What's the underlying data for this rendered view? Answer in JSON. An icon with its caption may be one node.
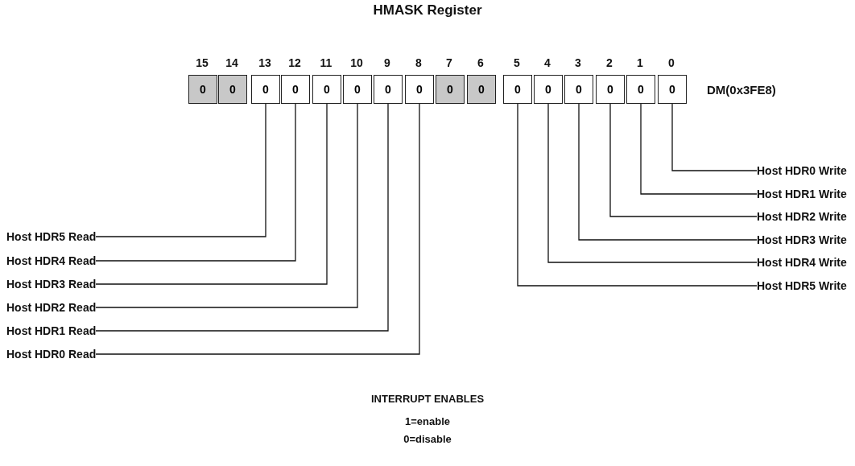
{
  "diagram": {
    "title": "HMASK Register",
    "nodes": [
      {
        "text": [
          "0"
        ],
        "beside": [
          "15"
        ]
      },
      {
        "text": [
          "0"
        ],
        "beside": [
          "14"
        ]
      },
      {
        "text": [
          "0"
        ],
        "beside": [
          "13"
        ]
      },
      {
        "text": [
          "0"
        ],
        "beside": [
          "12"
        ]
      },
      {
        "text": [
          "0"
        ],
        "beside": [
          "11"
        ]
      },
      {
        "text": [
          "0"
        ],
        "beside": [
          "10"
        ]
      },
      {
        "text": [
          "0"
        ],
        "beside": [
          "9"
        ]
      },
      {
        "text": [
          "0"
        ],
        "beside": [
          "8"
        ]
      },
      {
        "text": [
          "0"
        ],
        "beside": [
          "7"
        ]
      },
      {
        "text": [
          "0"
        ],
        "beside": [
          "6"
        ]
      },
      {
        "text": [
          "0"
        ],
        "beside": [
          "5"
        ]
      },
      {
        "text": [
          "0"
        ],
        "beside": [
          "4"
        ]
      },
      {
        "text": [
          "0"
        ],
        "beside": [
          "3"
        ]
      },
      {
        "text": [
          "0"
        ],
        "beside": [
          "2"
        ]
      },
      {
        "text": [
          "0"
        ],
        "beside": [
          "1"
        ]
      },
      {
        "text": [
          "0"
        ],
        "beside": [
          "0"
        ]
      },
      {
        "text": [
          "Host HDR5 Read"
        ]
      },
      {
        "text": [
          "Host HDR4 Read"
        ]
      },
      {
        "text": [
          "Host HDR3 Read"
        ]
      },
      {
        "text": [
          "Host HDR2 Read"
        ]
      },
      {
        "text": [
          "Host HDR1 Read"
        ]
      },
      {
        "text": [
          "Host HDR0 Read"
        ]
      },
      {
        "text": [
          "Host HDR0 Write"
        ]
      },
      {
        "text": [
          "Host HDR1 Write"
        ]
      },
      {
        "text": [
          "Host HDR2 Write"
        ]
      },
      {
        "text": [
          "Host HDR3 Write"
        ]
      },
      {
        "text": [
          "Host HDR4 Write"
        ]
      },
      {
        "text": [
          "Host HDR5 Write"
        ]
      }
    ],
    "edges": [
      {
        "from": 16,
        "to": 2,
        "arrow": "none"
      },
      {
        "from": 17,
        "to": 3,
        "arrow": "none"
      },
      {
        "from": 18,
        "to": 4,
        "arrow": "none"
      },
      {
        "from": 19,
        "to": 5,
        "arrow": "none"
      },
      {
        "from": 20,
        "to": 6,
        "arrow": "none"
      },
      {
        "from": 21,
        "to": 7,
        "arrow": "none"
      },
      {
        "from": 22,
        "to": 15,
        "arrow": "none"
      },
      {
        "from": 23,
        "to": 14,
        "arrow": "none"
      },
      {
        "from": 24,
        "to": 13,
        "arrow": "none"
      },
      {
        "from": 25,
        "to": 12,
        "arrow": "none"
      },
      {
        "from": 26,
        "to": 11,
        "arrow": "none"
      },
      {
        "from": 27,
        "to": 10,
        "arrow": "none"
      }
    ],
    "labels": [
      "DM(0x3FE8)",
      "INTERRUPT ENABLES",
      "1=enable",
      "0=disable"
    ]
  }
}
